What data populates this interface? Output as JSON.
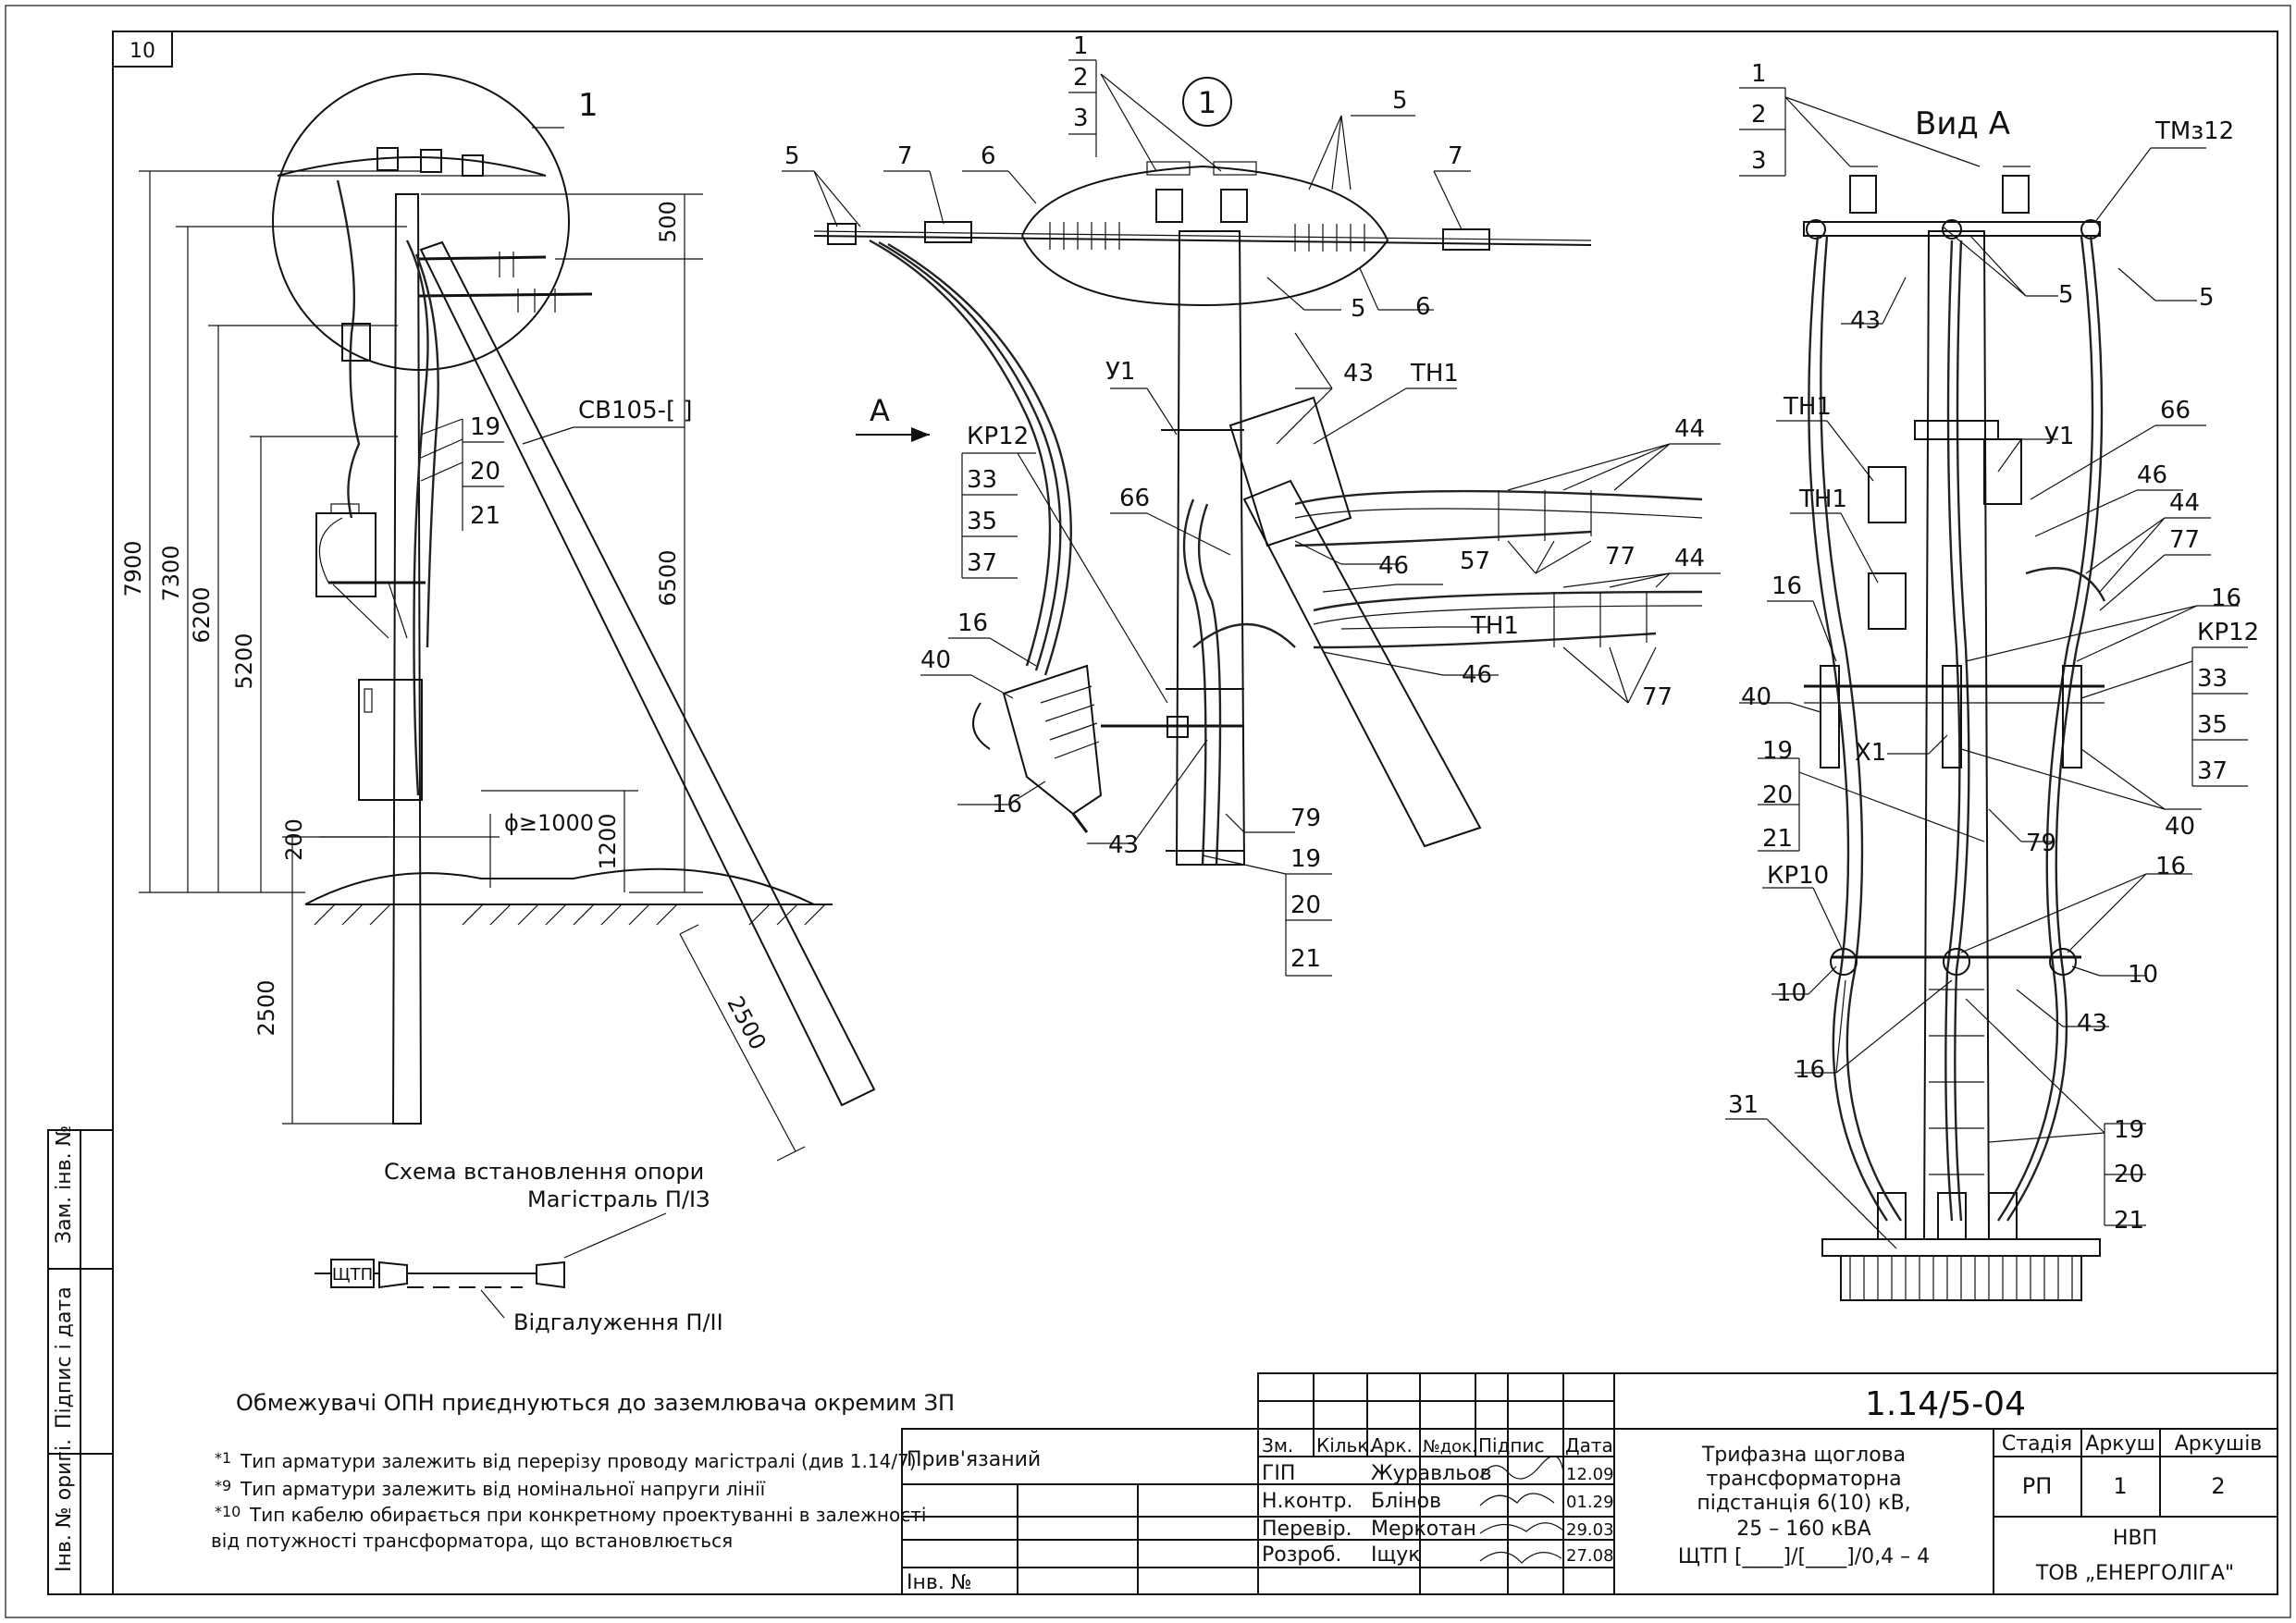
{
  "sheet_number_corner": "10",
  "side_stamp": {
    "inv_orig": "Інв. № оригі.",
    "sign_date": "Підпис і дата",
    "zam_inv": "Зам. інв. №"
  },
  "left_view": {
    "detail_label": "1",
    "dims": {
      "d7900": "7900",
      "d7300": "7300",
      "d6200": "6200",
      "d5200": "5200",
      "d200": "200",
      "d2500": "2500",
      "d500": "500",
      "d6500": "6500",
      "d1200": "1200",
      "d2500b": "2500",
      "phi": "ϕ≥1000"
    },
    "brace_label": "СВ105-[  ]",
    "refs": [
      "19",
      "20",
      "21"
    ]
  },
  "detail_view": {
    "circle_label": "1",
    "arrow_label": "А",
    "refs_top": [
      "1",
      "2",
      "3"
    ],
    "ref5a": "5",
    "ref5b": "5",
    "ref5c": "5",
    "ref7a": "7",
    "ref7b": "7",
    "ref6a": "6",
    "ref6b": "6",
    "y1": "У1",
    "th1a": "ТН1",
    "th1b": "ТН1",
    "kr12": "КР12",
    "kr12_refs": [
      "33",
      "35",
      "37"
    ],
    "ref43a": "43",
    "ref43b": "43",
    "ref44a": "44",
    "ref44b": "44",
    "ref66": "66",
    "ref46a": "46",
    "ref46b": "46",
    "ref57": "57",
    "ref77a": "77",
    "ref77b": "77",
    "ref16a": "16",
    "ref16b": "16",
    "ref40": "40",
    "ref79": "79",
    "bottom_refs": [
      "19",
      "20",
      "21"
    ]
  },
  "view_a": {
    "title": "Вид А",
    "refs_top": [
      "1",
      "2",
      "3"
    ],
    "tm": "ТМз12",
    "ref5a": "5",
    "ref5b": "5",
    "ref43a": "43",
    "th1a": "ТН1",
    "th1b": "ТН1",
    "y1": "У1",
    "ref66": "66",
    "ref46": "46",
    "ref44": "44",
    "ref77": "77",
    "ref16a": "16",
    "ref16b": "16",
    "ref16c": "16",
    "ref16d": "16",
    "kr12": "КР12",
    "kr12_refs": [
      "33",
      "35",
      "37"
    ],
    "ref40a": "40",
    "ref40b": "40",
    "x1": "Х1",
    "left_refs": [
      "19",
      "20",
      "21"
    ],
    "ref79": "79",
    "kr10": "КР10",
    "ref10a": "10",
    "ref10b": "10",
    "ref43b": "43",
    "ref31": "31",
    "bottom_refs": [
      "19",
      "20",
      "21"
    ]
  },
  "scheme": {
    "title": "Схема встановлення опори",
    "main": "Магістраль П/ІЗ",
    "branch": "Відгалуження П/ІІ",
    "box": "ЩТП"
  },
  "notes": {
    "main": "Обмежувачі ОПН приєднуються до заземлювача окремим ЗП",
    "n1_mark": "*1",
    "n1": "Тип арматури залежить від перерізу проводу магістралі (див 1.14/7)",
    "n9_mark": "*9",
    "n9": "Тип арматури залежить від номінальної напруги лінії",
    "n10_mark": "*10",
    "n10a": "Тип кабелю обирається при конкретному проектуванні в залежності",
    "n10b": "від потужності трансформатора, що встановлюється"
  },
  "title_block": {
    "attached": "Прив'язаний",
    "inv": "Інв. №",
    "headers": [
      "Зм.",
      "Кільк.",
      "Арк.",
      "№док.",
      "Підпис",
      "Дата"
    ],
    "rows": [
      {
        "role": "ГІП",
        "name": "Журавльов",
        "date": "12.09"
      },
      {
        "role": "Н.контр.",
        "name": "Блінов",
        "date": "01.29"
      },
      {
        "role": "Перевір.",
        "name": "Меркотан",
        "date": "29.03"
      },
      {
        "role": "Розроб.",
        "name": "Іщук",
        "date": "27.08"
      }
    ],
    "doc_code": "1.14/5-04",
    "desc": [
      "Трифазна щоглова",
      "трансформаторна",
      "підстанція 6(10) кВ,",
      "25 – 160 кВА",
      "ЩТП [____]/[____]/0,4 – 4"
    ],
    "stage_h": "Стадія",
    "sheet_h": "Аркуш",
    "sheets_h": "Аркушів",
    "stage": "РП",
    "sheet": "1",
    "sheets": "2",
    "org1": "НВП",
    "org2": "ТОВ „ЕНЕРГОЛІГА\""
  }
}
